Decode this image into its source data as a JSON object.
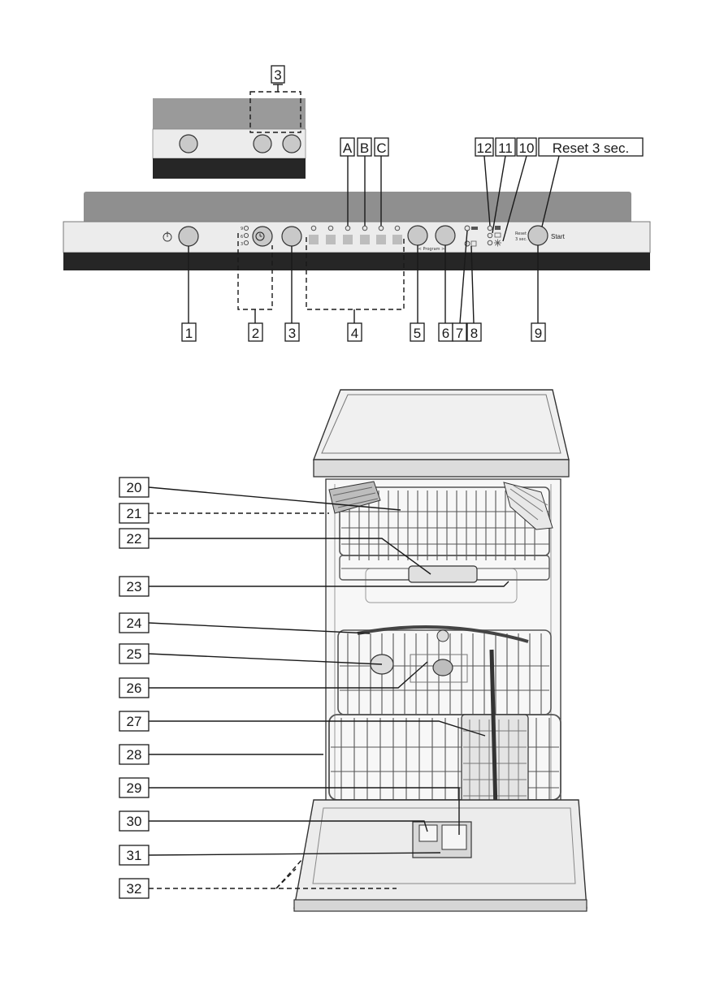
{
  "panel": {
    "inset_label": "3",
    "letter_labels": [
      "A",
      "B",
      "C"
    ],
    "indicator_labels": [
      "12",
      "11",
      "10"
    ],
    "reset_label": "Reset 3 sec.",
    "bottom_labels": [
      "1",
      "2",
      "3",
      "4",
      "5",
      "6",
      "7",
      "8",
      "9"
    ],
    "panel_texts": {
      "program": "< Program >",
      "start": "Start",
      "reset_small": "Reset",
      "reset_small_2": "3 sec.",
      "timer_h1": "9",
      "timer_h2": "6",
      "timer_h3": "3"
    }
  },
  "dishwasher": {
    "part_labels": [
      "20",
      "21",
      "22",
      "23",
      "24",
      "25",
      "26",
      "27",
      "28",
      "29",
      "30",
      "31",
      "32"
    ]
  }
}
